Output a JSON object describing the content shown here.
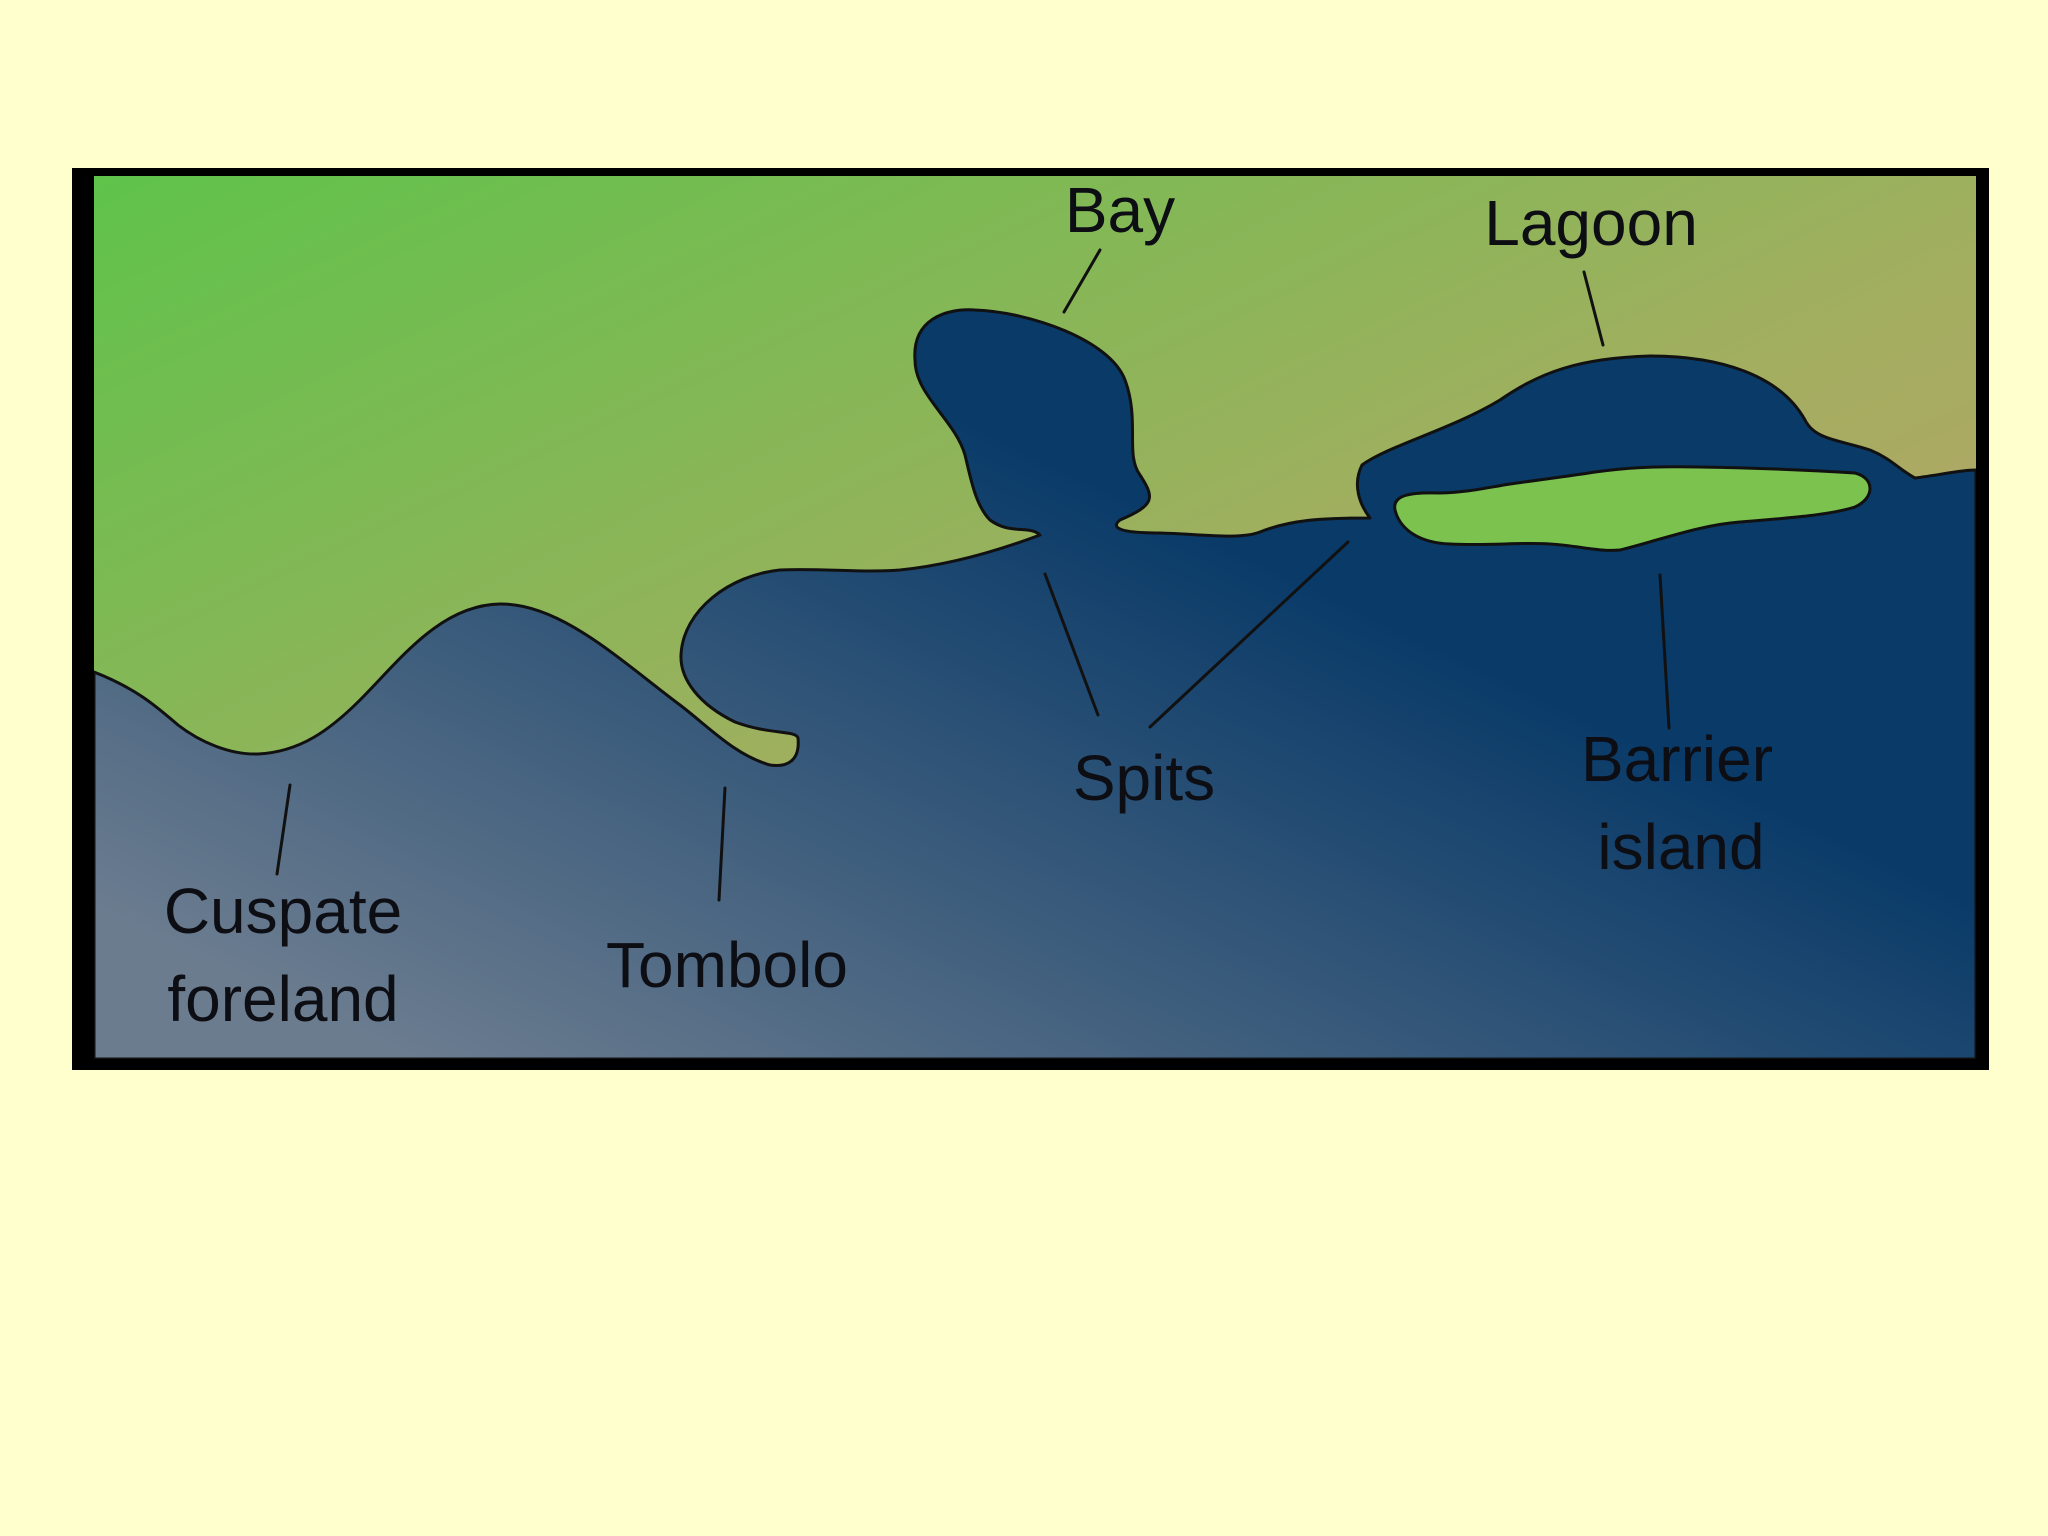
{
  "diagram": {
    "colors": {
      "page_background": "#FFFFCD",
      "frame": "#000000",
      "land_green": "#5FC34A",
      "land_tan": "#C49A6C",
      "sea_light": "#6B7C8F",
      "sea_dark": "#093A68",
      "island_fill": "#7BC24E"
    },
    "labels": {
      "bay": "Bay",
      "lagoon": "Lagoon",
      "spits": "Spits",
      "cuspate_line1": "Cuspate",
      "cuspate_line2": "foreland",
      "tombolo": "Tombolo",
      "barrier_line1": "Barrier",
      "barrier_line2": "island"
    }
  }
}
